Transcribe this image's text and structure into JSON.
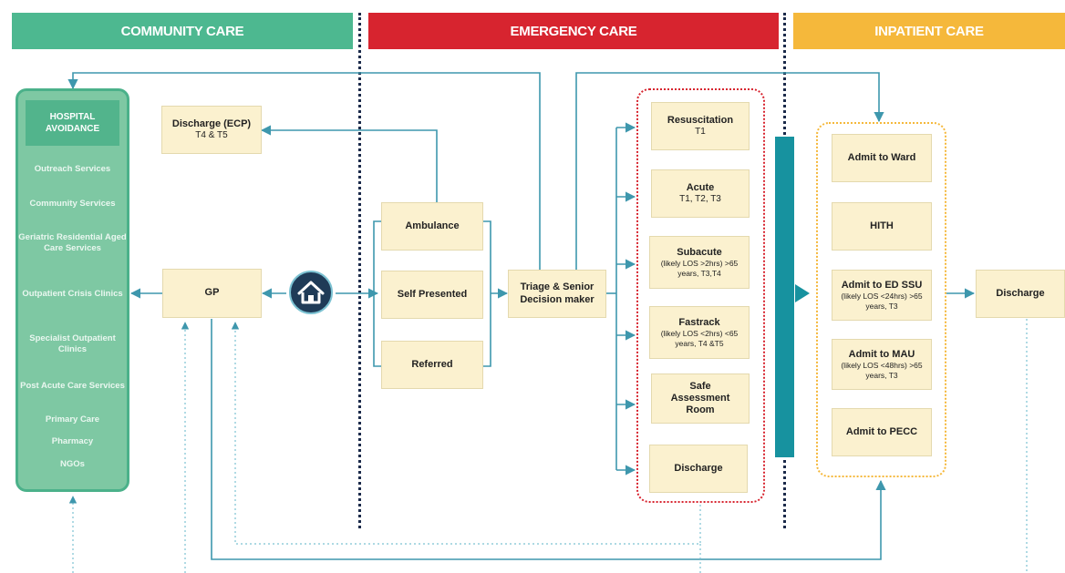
{
  "headers": {
    "community": "COMMUNITY CARE",
    "emergency": "EMERGENCY CARE",
    "inpatient": "INPATIENT CARE"
  },
  "hospital_avoidance": {
    "title": "HOSPITAL AVOIDANCE",
    "items": [
      "Outreach Services",
      "Community Services",
      "Geriatric Residential Aged Care Services",
      "Outpatient Crisis Clinics",
      "Specialist Outpatient Clinics",
      "Post Acute Care Services",
      "Primary Care",
      "Pharmacy",
      "NGOs"
    ]
  },
  "discharge_ecp": {
    "title": "Discharge (ECP)",
    "sub": "T4 & T5"
  },
  "gp": {
    "title": "GP"
  },
  "home_icon": "home-icon",
  "arrivals": {
    "ambulance": "Ambulance",
    "self_presented": "Self Presented",
    "referred": "Referred"
  },
  "triage": {
    "title": "Triage & Senior Decision maker"
  },
  "ed_streams": [
    {
      "title": "Resuscitation",
      "sub": "T1"
    },
    {
      "title": "Acute",
      "sub": "T1, T2, T3"
    },
    {
      "title": "Subacute",
      "sub": "(likely LOS >2hrs) >65 years, T3,T4"
    },
    {
      "title": "Fastrack",
      "sub": "(likely LOS <2hrs) <65 years, T4 &T5"
    },
    {
      "title": "Safe Assessment Room",
      "sub": ""
    },
    {
      "title": "Discharge",
      "sub": ""
    }
  ],
  "inpatient_options": [
    {
      "title": "Admit to Ward",
      "sub": ""
    },
    {
      "title": "HITH",
      "sub": ""
    },
    {
      "title": "Admit to ED SSU",
      "sub": "(likely LOS <24hrs) >65 years, T3"
    },
    {
      "title": "Admit to MAU",
      "sub": "(likely LOS <48hrs) >65 years, T3"
    },
    {
      "title": "Admit to PECC",
      "sub": ""
    }
  ],
  "final_discharge": {
    "title": "Discharge"
  },
  "colors": {
    "community": "#4db890",
    "emergency": "#d7242f",
    "inpatient": "#f5b83b",
    "flow_line": "#3e97ad",
    "box_fill": "#fbf1cf",
    "teal_bar": "#17929f"
  }
}
